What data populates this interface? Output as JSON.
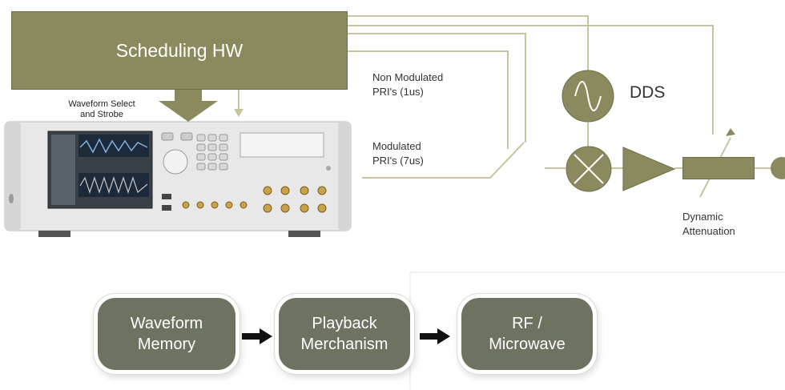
{
  "diagram": {
    "scheduling_hw": "Scheduling HW",
    "waveform_select_line1": "Waveform Select",
    "waveform_select_line2": "and Strobe",
    "non_modulated_line1": "Non Modulated",
    "non_modulated_line2": "PRI's (1us)",
    "modulated_line1": "Modulated",
    "modulated_line2": "PRI's (7us)",
    "dds": "DDS",
    "dynamic_line1": "Dynamic",
    "dynamic_line2": "Attenuation"
  },
  "flow": {
    "box1_line1": "Waveform",
    "box1_line2": "Memory",
    "box2_line1": "Playback",
    "box2_line2": "Merchanism",
    "box3_line1": "RF /",
    "box3_line2": "Microwave"
  },
  "colors": {
    "olive": "#8b8a5f",
    "line": "#c9c4a0",
    "flow_box": "#6d7360"
  }
}
